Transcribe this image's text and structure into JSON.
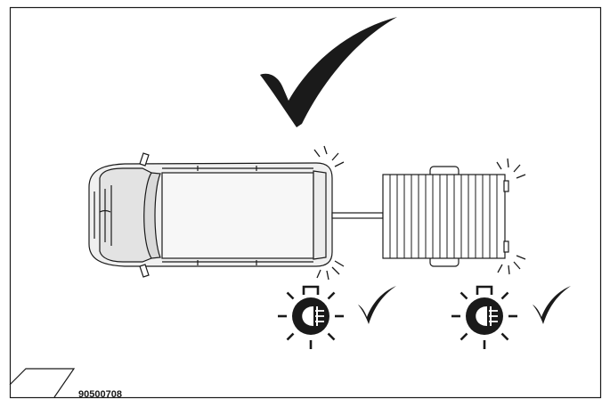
{
  "figure": {
    "reference_code": "90500708",
    "frame_color": "#1a1a1a",
    "body_fill": "#efefef",
    "icons": [
      "large-checkmark-icon",
      "van-top-view-icon",
      "trailer-top-view-icon",
      "rear-fog-light-icon",
      "checkmark-icon"
    ],
    "rear_fog_light_indicators": [
      {
        "position": "van",
        "approved": true
      },
      {
        "position": "trailer",
        "approved": true
      }
    ]
  }
}
